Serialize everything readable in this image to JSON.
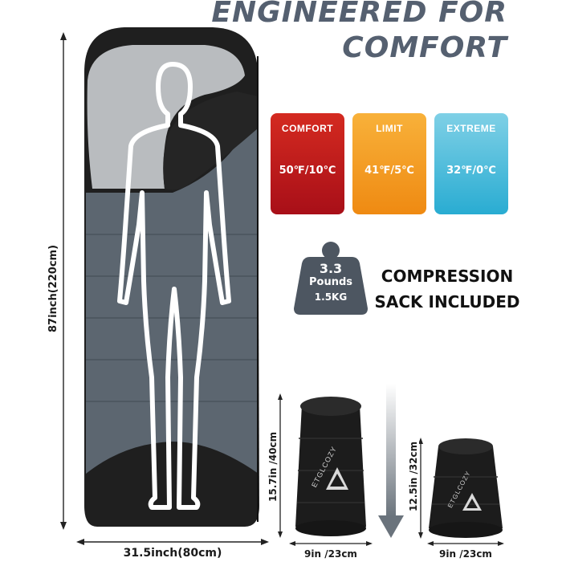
{
  "title": {
    "line1": "ENGINEERED FOR",
    "line2": "COMFORT"
  },
  "dimensions": {
    "length": "87inch(220cm)",
    "width": "31.5inch(80cm)"
  },
  "temperature_ratings": [
    {
      "label": "COMFORT",
      "value": "50℉/10℃",
      "color": "#c8141b"
    },
    {
      "label": "LIMIT",
      "value": "41℉/5℃",
      "color": "#f39a1d"
    },
    {
      "label": "EXTREME",
      "value": "32℉/0℃",
      "color": "#38b4d6"
    }
  ],
  "weight": {
    "value": "3.3",
    "unit": "Pounds",
    "metric": "1.5KG"
  },
  "compression": {
    "line1": "COMPRESSION",
    "line2": "SACK INCLUDED"
  },
  "sack_large": {
    "height": "15.7in /40cm",
    "width": "9in /23cm",
    "brand": "ETGLCOZY"
  },
  "sack_small": {
    "height": "12.5in /32cm",
    "width": "9in /23cm",
    "brand": "ETGLCOZY"
  },
  "colors": {
    "title": "#556070",
    "bag_gray": "#5c6670",
    "bag_black": "#1f1f1f",
    "lining": "#b9bcbf",
    "weight_badge": "#4d5661"
  }
}
